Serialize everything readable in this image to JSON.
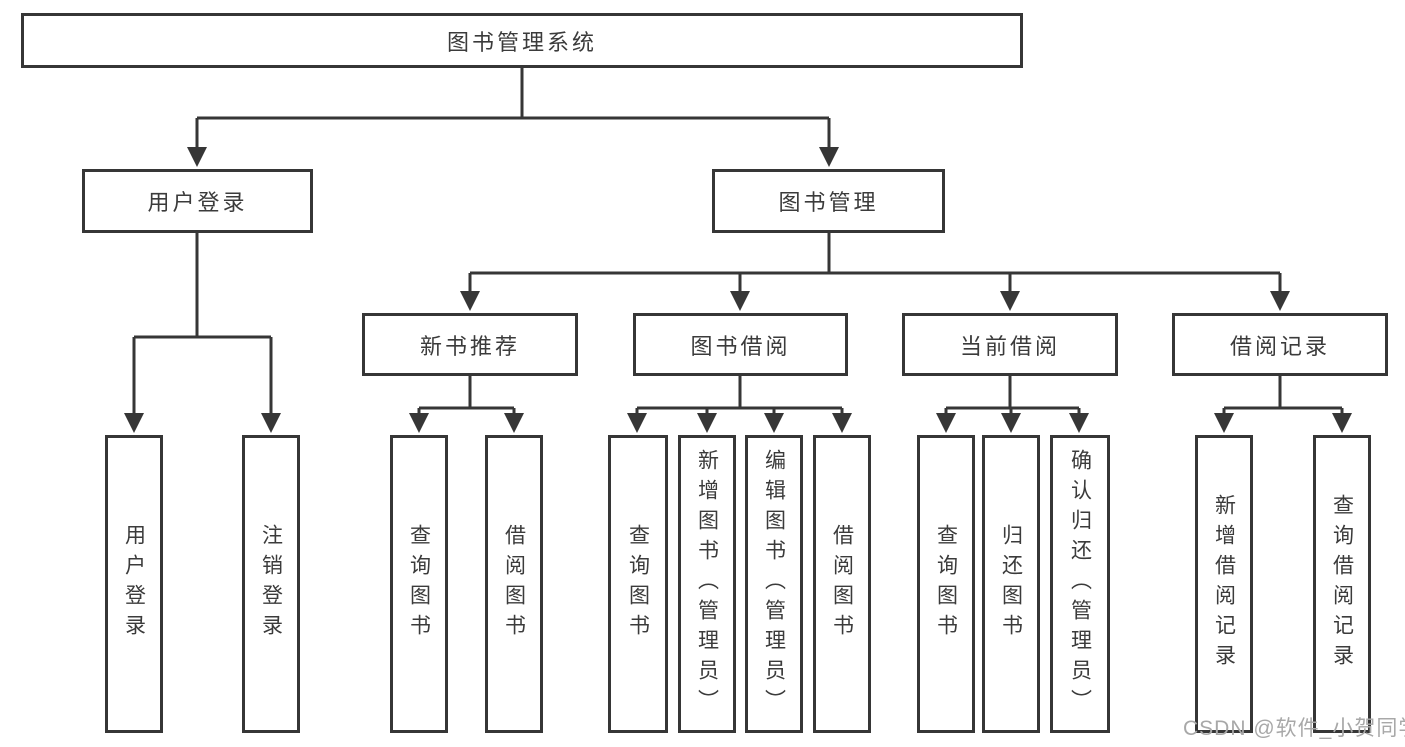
{
  "diagram": {
    "title": "图书管理系统",
    "tree": {
      "root": {
        "label": "图书管理系统",
        "children": [
          {
            "label": "用户登录",
            "children": [
              {
                "label": "用户登录"
              },
              {
                "label": "注销登录"
              }
            ]
          },
          {
            "label": "图书管理",
            "children": [
              {
                "label": "新书推荐",
                "children": [
                  {
                    "label": "查询图书"
                  },
                  {
                    "label": "借阅图书"
                  }
                ]
              },
              {
                "label": "图书借阅",
                "children": [
                  {
                    "label": "查询图书"
                  },
                  {
                    "label": "新增图书（管理员）"
                  },
                  {
                    "label": "编辑图书（管理员）"
                  },
                  {
                    "label": "借阅图书"
                  }
                ]
              },
              {
                "label": "当前借阅",
                "children": [
                  {
                    "label": "查询图书"
                  },
                  {
                    "label": "归还图书"
                  },
                  {
                    "label": "确认归还（管理员）"
                  }
                ]
              },
              {
                "label": "借阅记录",
                "children": [
                  {
                    "label": "新增借阅记录"
                  },
                  {
                    "label": "查询借阅记录"
                  }
                ]
              }
            ]
          }
        ]
      }
    },
    "colors": {
      "line": "#363636",
      "box_border": "#363636",
      "box_text": "#3b3b3b",
      "background": "#ffffff",
      "watermark": "#a8a8a8"
    }
  },
  "watermark": {
    "text": "CSDN @软件_小贺同学"
  }
}
